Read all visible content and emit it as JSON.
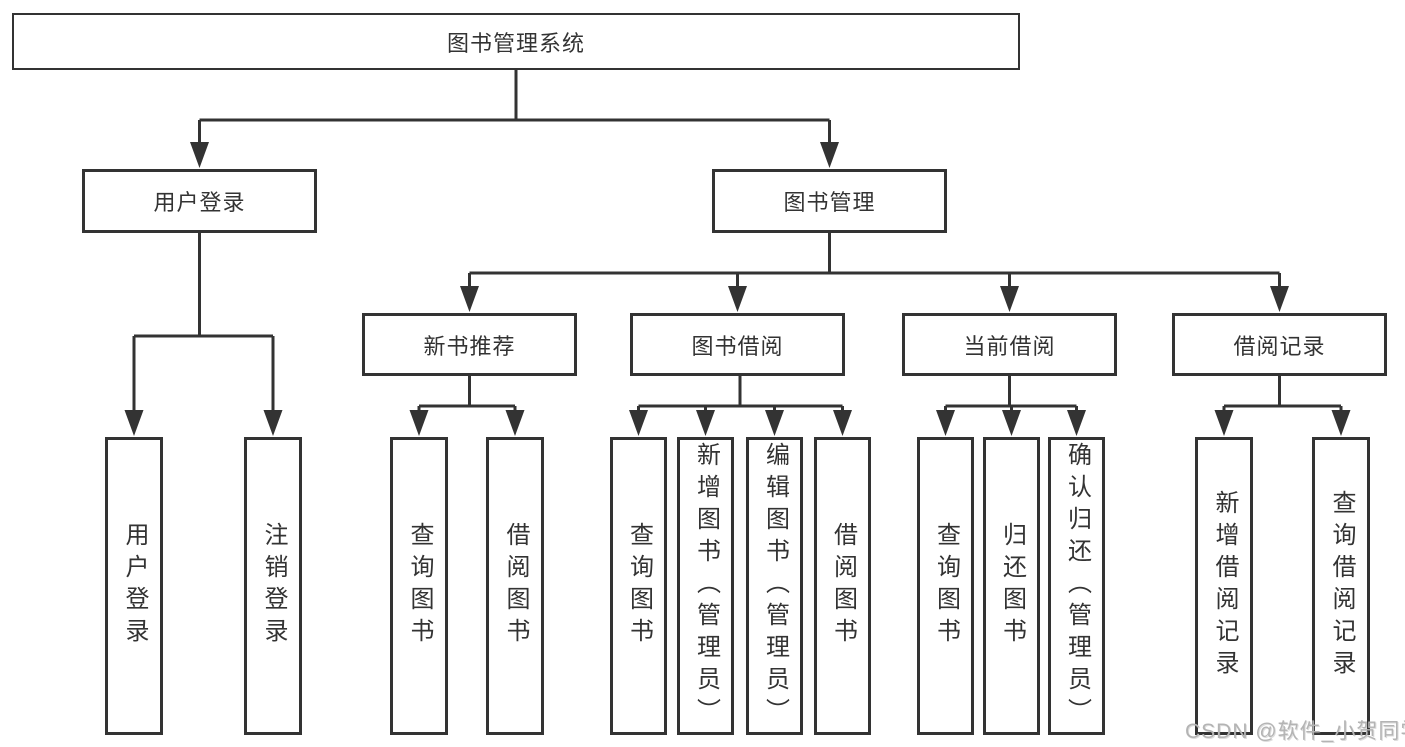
{
  "colors": {
    "line": "#333333",
    "box_border": "#333333",
    "box_bg": "#ffffff",
    "text": "#333333",
    "watermark": "#b4b4b4"
  },
  "root": {
    "label": "图书管理系统"
  },
  "login": {
    "label": "用户登录",
    "children": [
      "用户登录",
      "注销登录"
    ]
  },
  "manage": {
    "label": "图书管理",
    "sections": [
      {
        "label": "新书推荐",
        "children": [
          "查询图书",
          "借阅图书"
        ]
      },
      {
        "label": "图书借阅",
        "children": [
          "查询图书",
          "新增图书（管理员）",
          "编辑图书（管理员）",
          "借阅图书"
        ]
      },
      {
        "label": "当前借阅",
        "children": [
          "查询图书",
          "归还图书",
          "确认归还（管理员）"
        ]
      },
      {
        "label": "借阅记录",
        "children": [
          "新增借阅记录",
          "查询借阅记录"
        ]
      }
    ]
  },
  "watermark": {
    "text": "CSDN @软件_小贺同学"
  }
}
